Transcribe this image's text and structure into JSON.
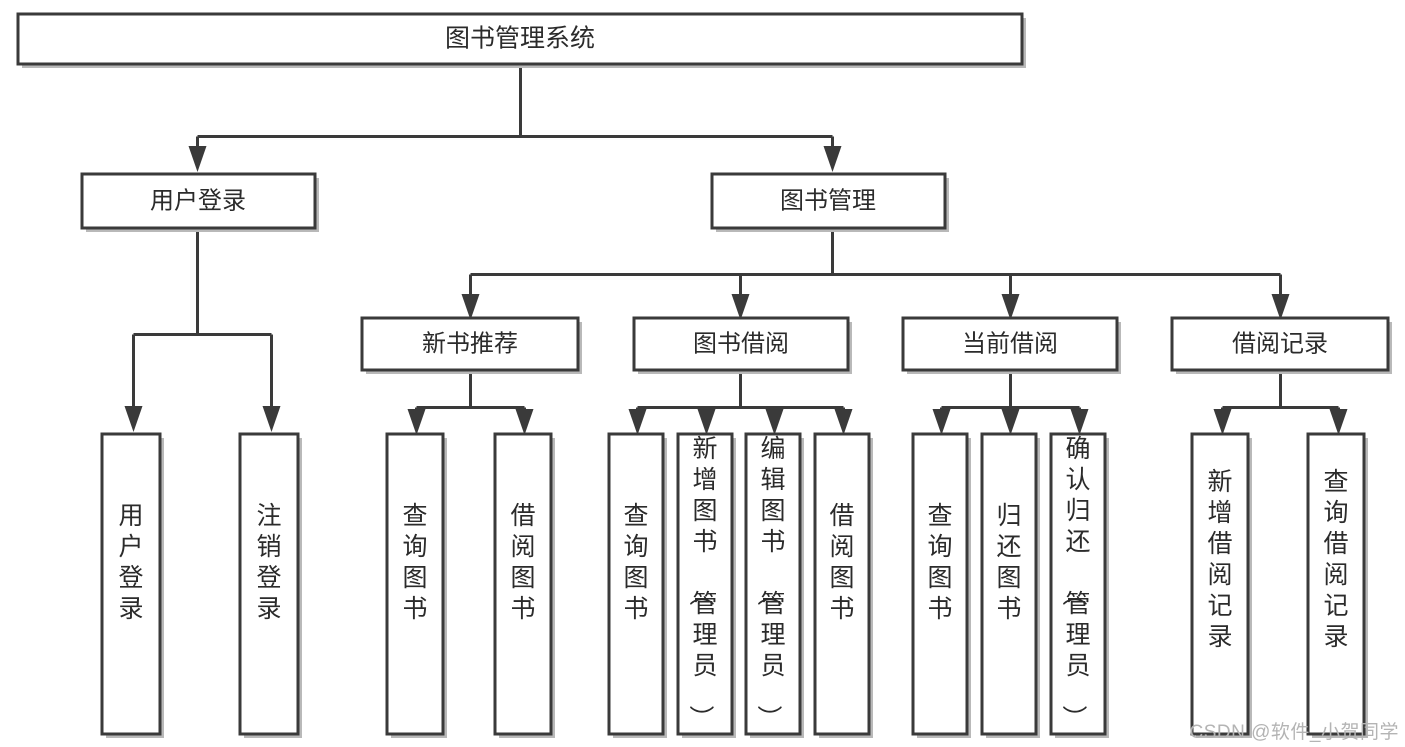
{
  "diagram": {
    "type": "tree-hierarchy",
    "title": "图书管理系统",
    "orientation": "top-down",
    "colors": {
      "stroke": "#3a3a3a",
      "fill": "#ffffff",
      "text": "#2b2b2b",
      "shadow": "#b9b9b9",
      "watermark": "#b4b4b4"
    },
    "levels": {
      "root": {
        "label": "图书管理系统"
      },
      "level2": [
        {
          "id": "user-login",
          "label": "用户登录"
        },
        {
          "id": "book-manage",
          "label": "图书管理"
        }
      ],
      "level3": [
        {
          "id": "new-book-recommend",
          "label": "新书推荐",
          "parent": "book-manage"
        },
        {
          "id": "book-borrow",
          "label": "图书借阅",
          "parent": "book-manage"
        },
        {
          "id": "current-borrow",
          "label": "当前借阅",
          "parent": "book-manage"
        },
        {
          "id": "borrow-record",
          "label": "借阅记录",
          "parent": "book-manage"
        }
      ],
      "leaves": {
        "user-login": [
          {
            "id": "leaf-user-login",
            "label": "用户登录"
          },
          {
            "id": "leaf-logout-login",
            "label": "注销登录"
          }
        ],
        "new-book-recommend": [
          {
            "id": "leaf-query-book-1",
            "label": "查询图书"
          },
          {
            "id": "leaf-borrow-book-1",
            "label": "借阅图书"
          }
        ],
        "book-borrow": [
          {
            "id": "leaf-query-book-2",
            "label": "查询图书"
          },
          {
            "id": "leaf-add-book-admin",
            "label": "新增图书（管理员）"
          },
          {
            "id": "leaf-edit-book-admin",
            "label": "编辑图书（管理员）"
          },
          {
            "id": "leaf-borrow-book-2",
            "label": "借阅图书"
          }
        ],
        "current-borrow": [
          {
            "id": "leaf-query-book-3",
            "label": "查询图书"
          },
          {
            "id": "leaf-return-book",
            "label": "归还图书"
          },
          {
            "id": "leaf-confirm-return-admin",
            "label": "确认归还（管理员）"
          }
        ],
        "borrow-record": [
          {
            "id": "leaf-add-borrow-record",
            "label": "新增借阅记录"
          },
          {
            "id": "leaf-query-borrow-record",
            "label": "查询借阅记录"
          }
        ]
      }
    }
  },
  "watermark": {
    "text": "CSDN @软件_小贺同学"
  }
}
